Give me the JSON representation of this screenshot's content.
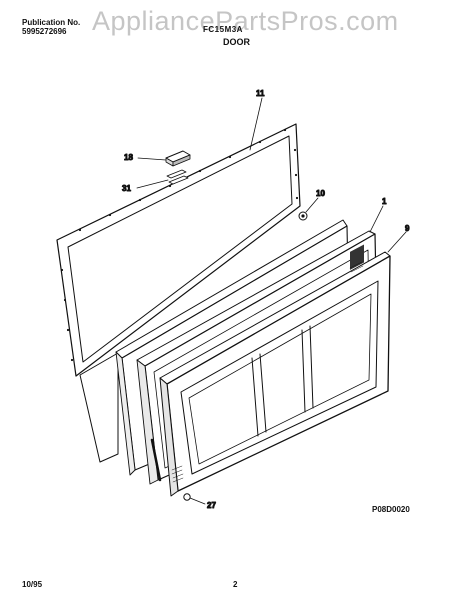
{
  "header": {
    "publication_label": "Publication No.",
    "publication_number": "5995272696",
    "model": "FC15M3A",
    "section_title": "DOOR"
  },
  "watermark": "AppliancePartsPros.com",
  "parts": [
    {
      "id": "11",
      "label": "11"
    },
    {
      "id": "18",
      "label": "18"
    },
    {
      "id": "31",
      "label": "31"
    },
    {
      "id": "10",
      "label": "10"
    },
    {
      "id": "1",
      "label": "1"
    },
    {
      "id": "9",
      "label": "9"
    },
    {
      "id": "27",
      "label": "27"
    }
  ],
  "figure_code": "P08D0020",
  "footer": {
    "date": "10/95",
    "page": "2"
  },
  "colors": {
    "line": "#111111",
    "watermark": "#969696"
  }
}
